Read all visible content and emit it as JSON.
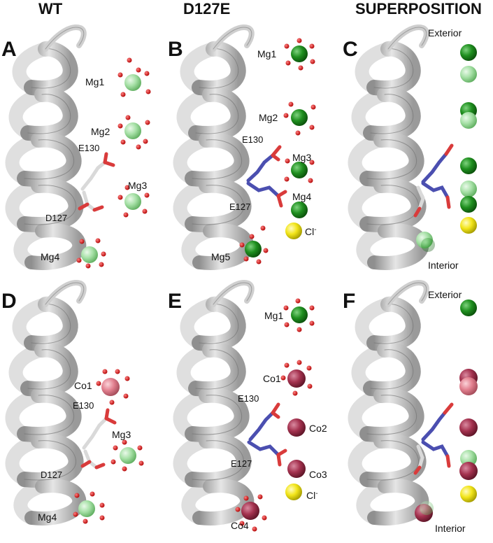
{
  "column_titles": {
    "wt": "WT",
    "mutant": "D127E",
    "superposition": "SUPERPOSITION"
  },
  "panel_letters": {
    "a": "A",
    "b": "B",
    "c": "C",
    "d": "D",
    "e": "E",
    "f": "F"
  },
  "panel_a": {
    "mg1": "Mg1",
    "mg2": "Mg2",
    "mg3": "Mg3",
    "mg4": "Mg4",
    "e130": "E130",
    "d127": "D127"
  },
  "panel_b": {
    "mg1": "Mg1",
    "mg2": "Mg2",
    "mg3": "Mg3",
    "mg4": "Mg4",
    "mg5": "Mg5",
    "e130": "E130",
    "e127": "E127",
    "cl": "Cl",
    "cl_sup": "-"
  },
  "panel_c": {
    "exterior": "Exterior",
    "interior": "Interior"
  },
  "panel_d": {
    "co1": "Co1",
    "mg3": "Mg3",
    "mg4": "Mg4",
    "e130": "E130",
    "d127": "D127"
  },
  "panel_e": {
    "mg1": "Mg1",
    "co1": "Co1",
    "co2": "Co2",
    "co3": "Co3",
    "co4": "Co4",
    "e130": "E130",
    "e127": "E127",
    "cl": "Cl",
    "cl_sup": "-"
  },
  "panel_f": {
    "exterior": "Exterior",
    "interior": "Interior"
  },
  "colors": {
    "helix": "#bdbdbd",
    "mg_wt": "#9edc9e",
    "mg_mutant": "#1f8a1f",
    "co_wt": "#e07b8a",
    "co_mutant": "#a4324f",
    "chloride": "#f2e51a",
    "water": "#d81818",
    "asp_wt": "#d9d9d9",
    "glu_mutant": "#4b4fb0"
  }
}
